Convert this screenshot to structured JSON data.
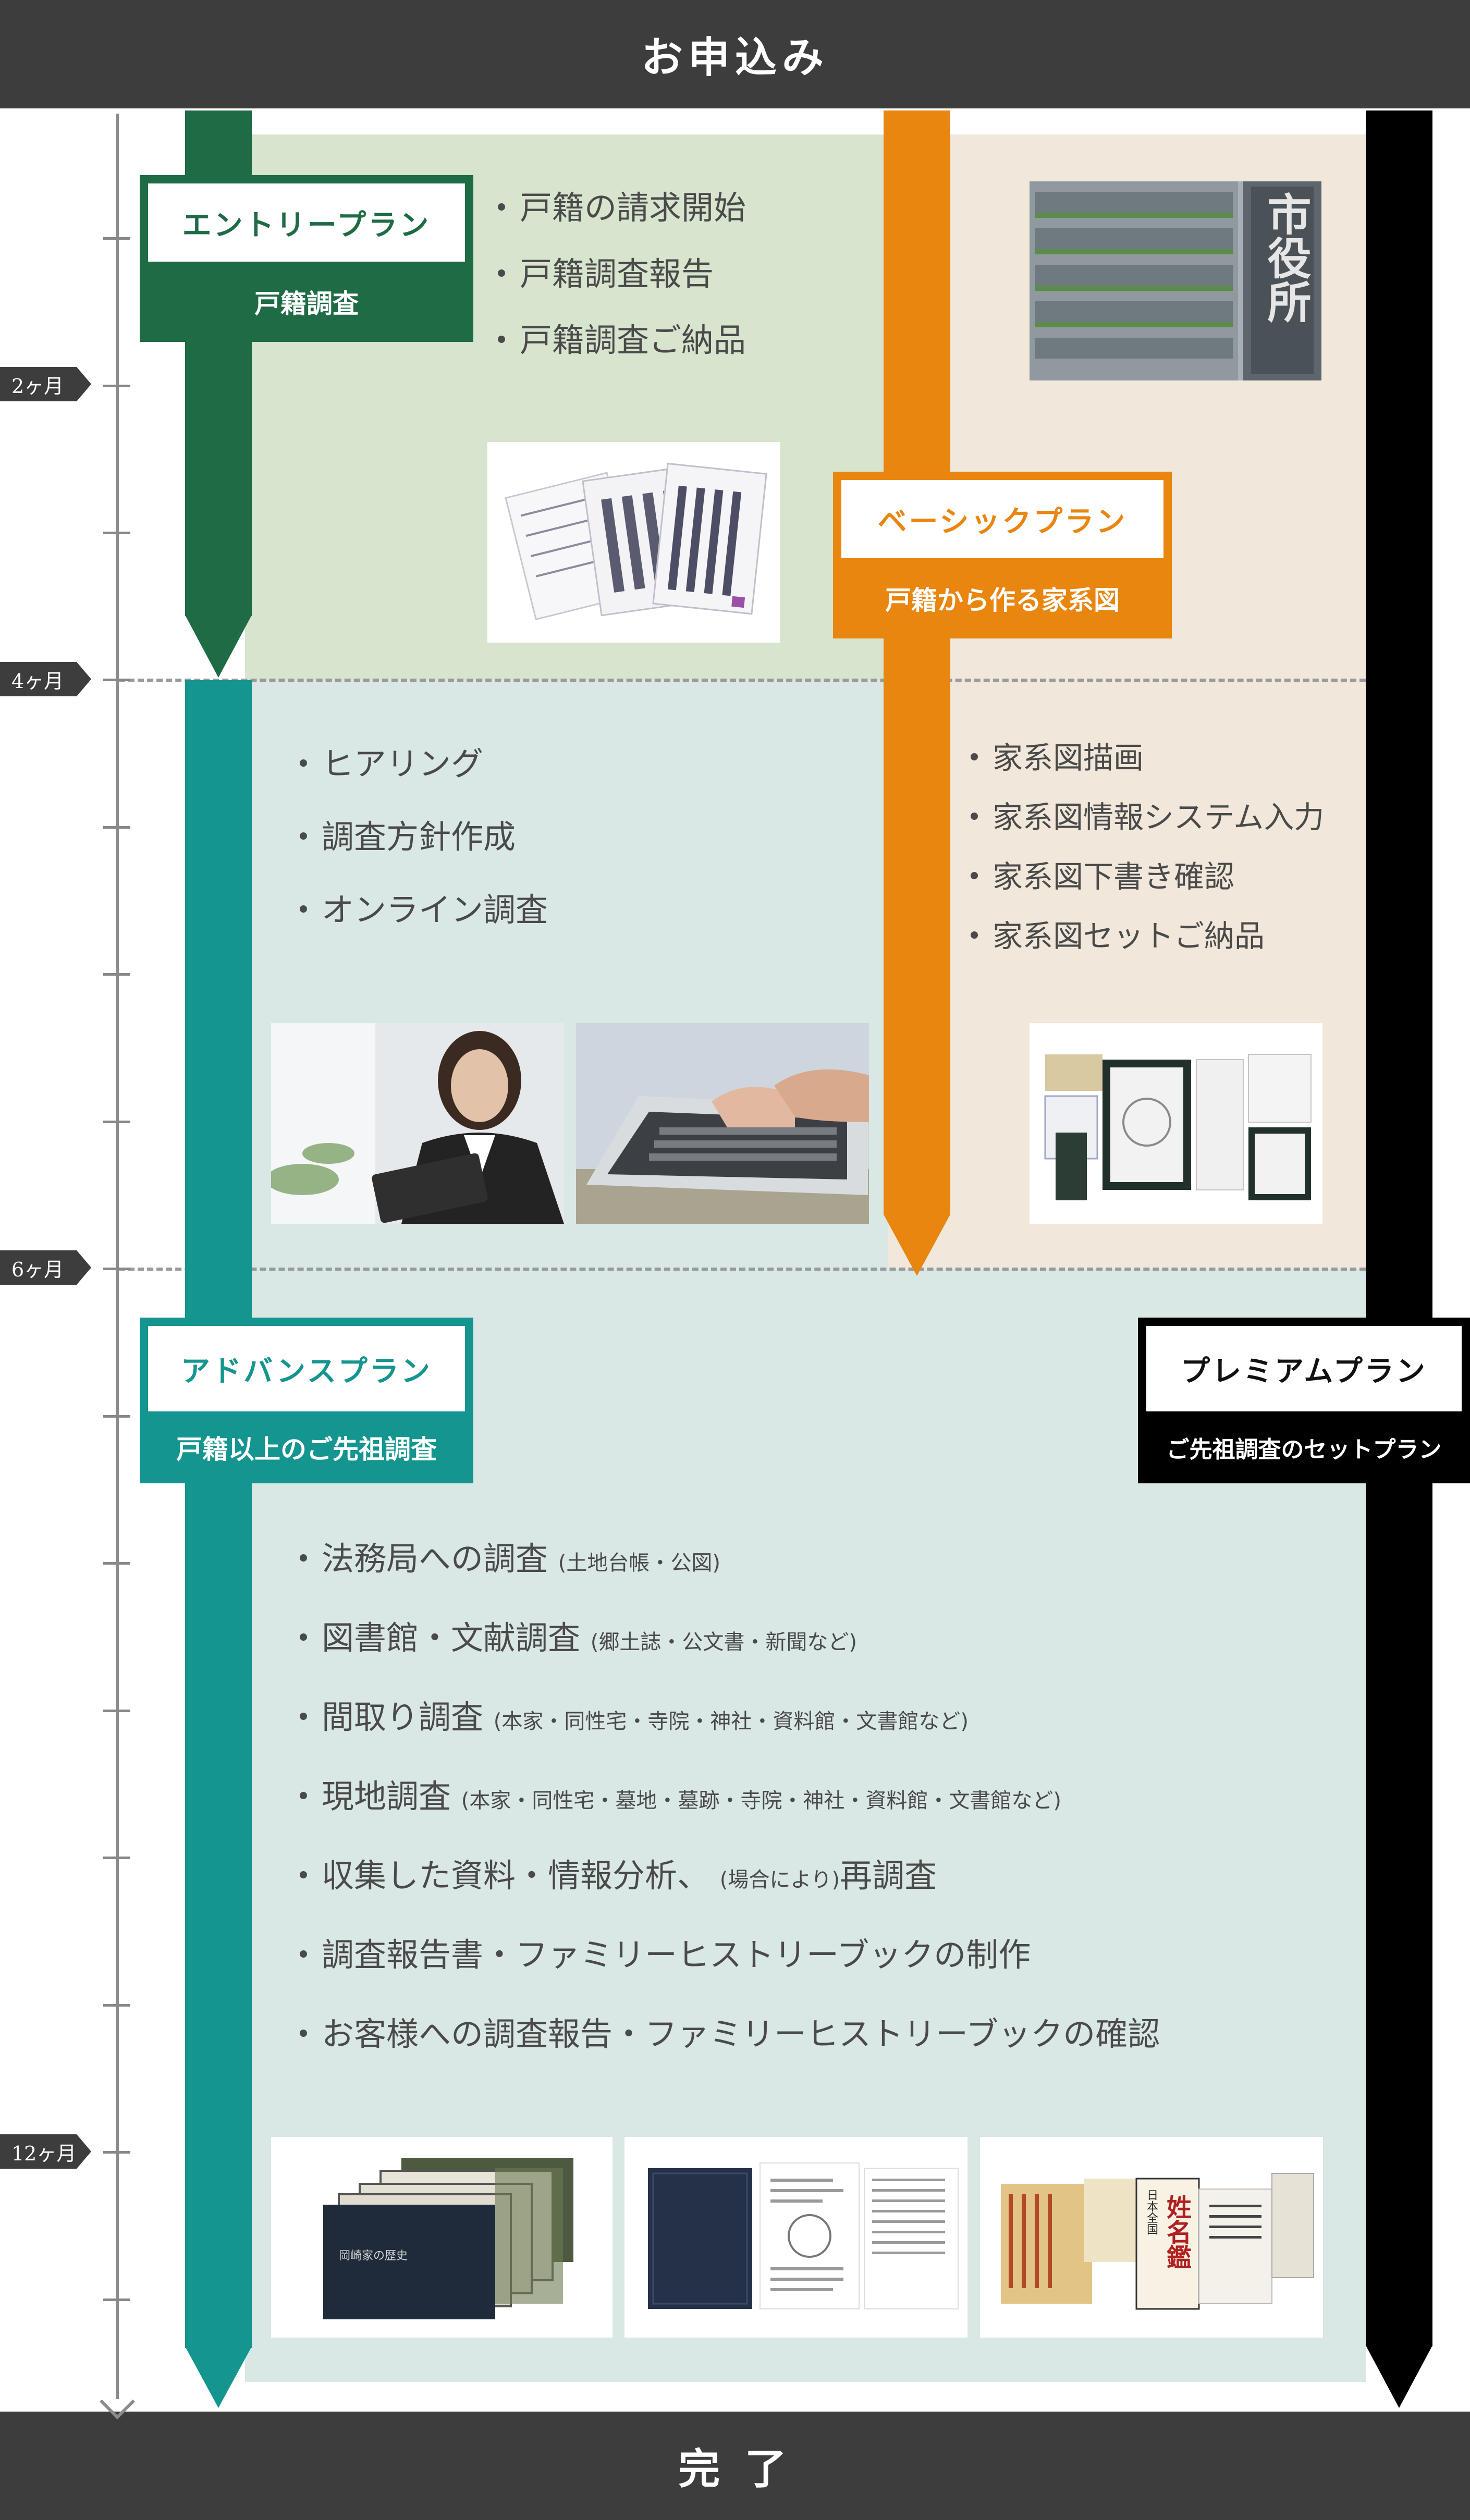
{
  "header": {
    "start": "お申込み",
    "end": "完 了"
  },
  "timeline": {
    "months": [
      "2ヶ月",
      "4ヶ月",
      "6ヶ月",
      "12ヶ月"
    ]
  },
  "plans": {
    "entry": {
      "title": "エントリープラン",
      "subtitle": "戸籍調査",
      "color": "#1e6b45"
    },
    "basic": {
      "title": "ベーシックプラン",
      "subtitle": "戸籍から作る家系図",
      "color": "#e8860f"
    },
    "advance": {
      "title": "アドバンスプラン",
      "subtitle": "戸籍以上のご先祖調査",
      "color": "#15958f"
    },
    "premium": {
      "title": "プレミアムプラン",
      "subtitle": "ご先祖調査のセットプラン",
      "color": "#000000"
    }
  },
  "lists": {
    "entry": [
      "戸籍の請求開始",
      "戸籍調査報告",
      "戸籍調査ご納品"
    ],
    "advance_early": [
      "ヒアリング",
      "調査方針作成",
      "オンライン調査"
    ],
    "basic": [
      "家系図描画",
      "家系図情報システム入力",
      "家系図下書き確認",
      "家系図セットご納品"
    ],
    "advance_main": [
      {
        "main": "法務局への調査",
        "note": "(土地台帳・公図)"
      },
      {
        "main": "図書館・文献調査",
        "note": "(郷土誌・公文書・新聞など)"
      },
      {
        "main": "間取り調査",
        "note": "(本家・同性宅・寺院・神社・資料館・文書館など)"
      },
      {
        "main": "現地調査",
        "note": "(本家・同性宅・墓地・墓跡・寺院・神社・資料館・文書館など)"
      },
      {
        "main": "収集した資料・情報分析、",
        "note": "(場合により)",
        "tail": "再調査"
      },
      {
        "main": "調査報告書・ファミリーヒストリーブックの制作",
        "note": ""
      },
      {
        "main": "お客様への調査報告・ファミリーヒストリーブックの確認",
        "note": ""
      }
    ]
  },
  "photos": {
    "city_hall_sign": "市役所",
    "book_title": "岡崎家の歴史",
    "register_label": "日本全国",
    "register_big": "姓名鑑"
  },
  "colors": {
    "entry_bg": "#d7e4ce",
    "basic_bg": "#f1e7da",
    "advance_bg": "#d9e7e5",
    "header_bg": "#3d3d3d"
  }
}
